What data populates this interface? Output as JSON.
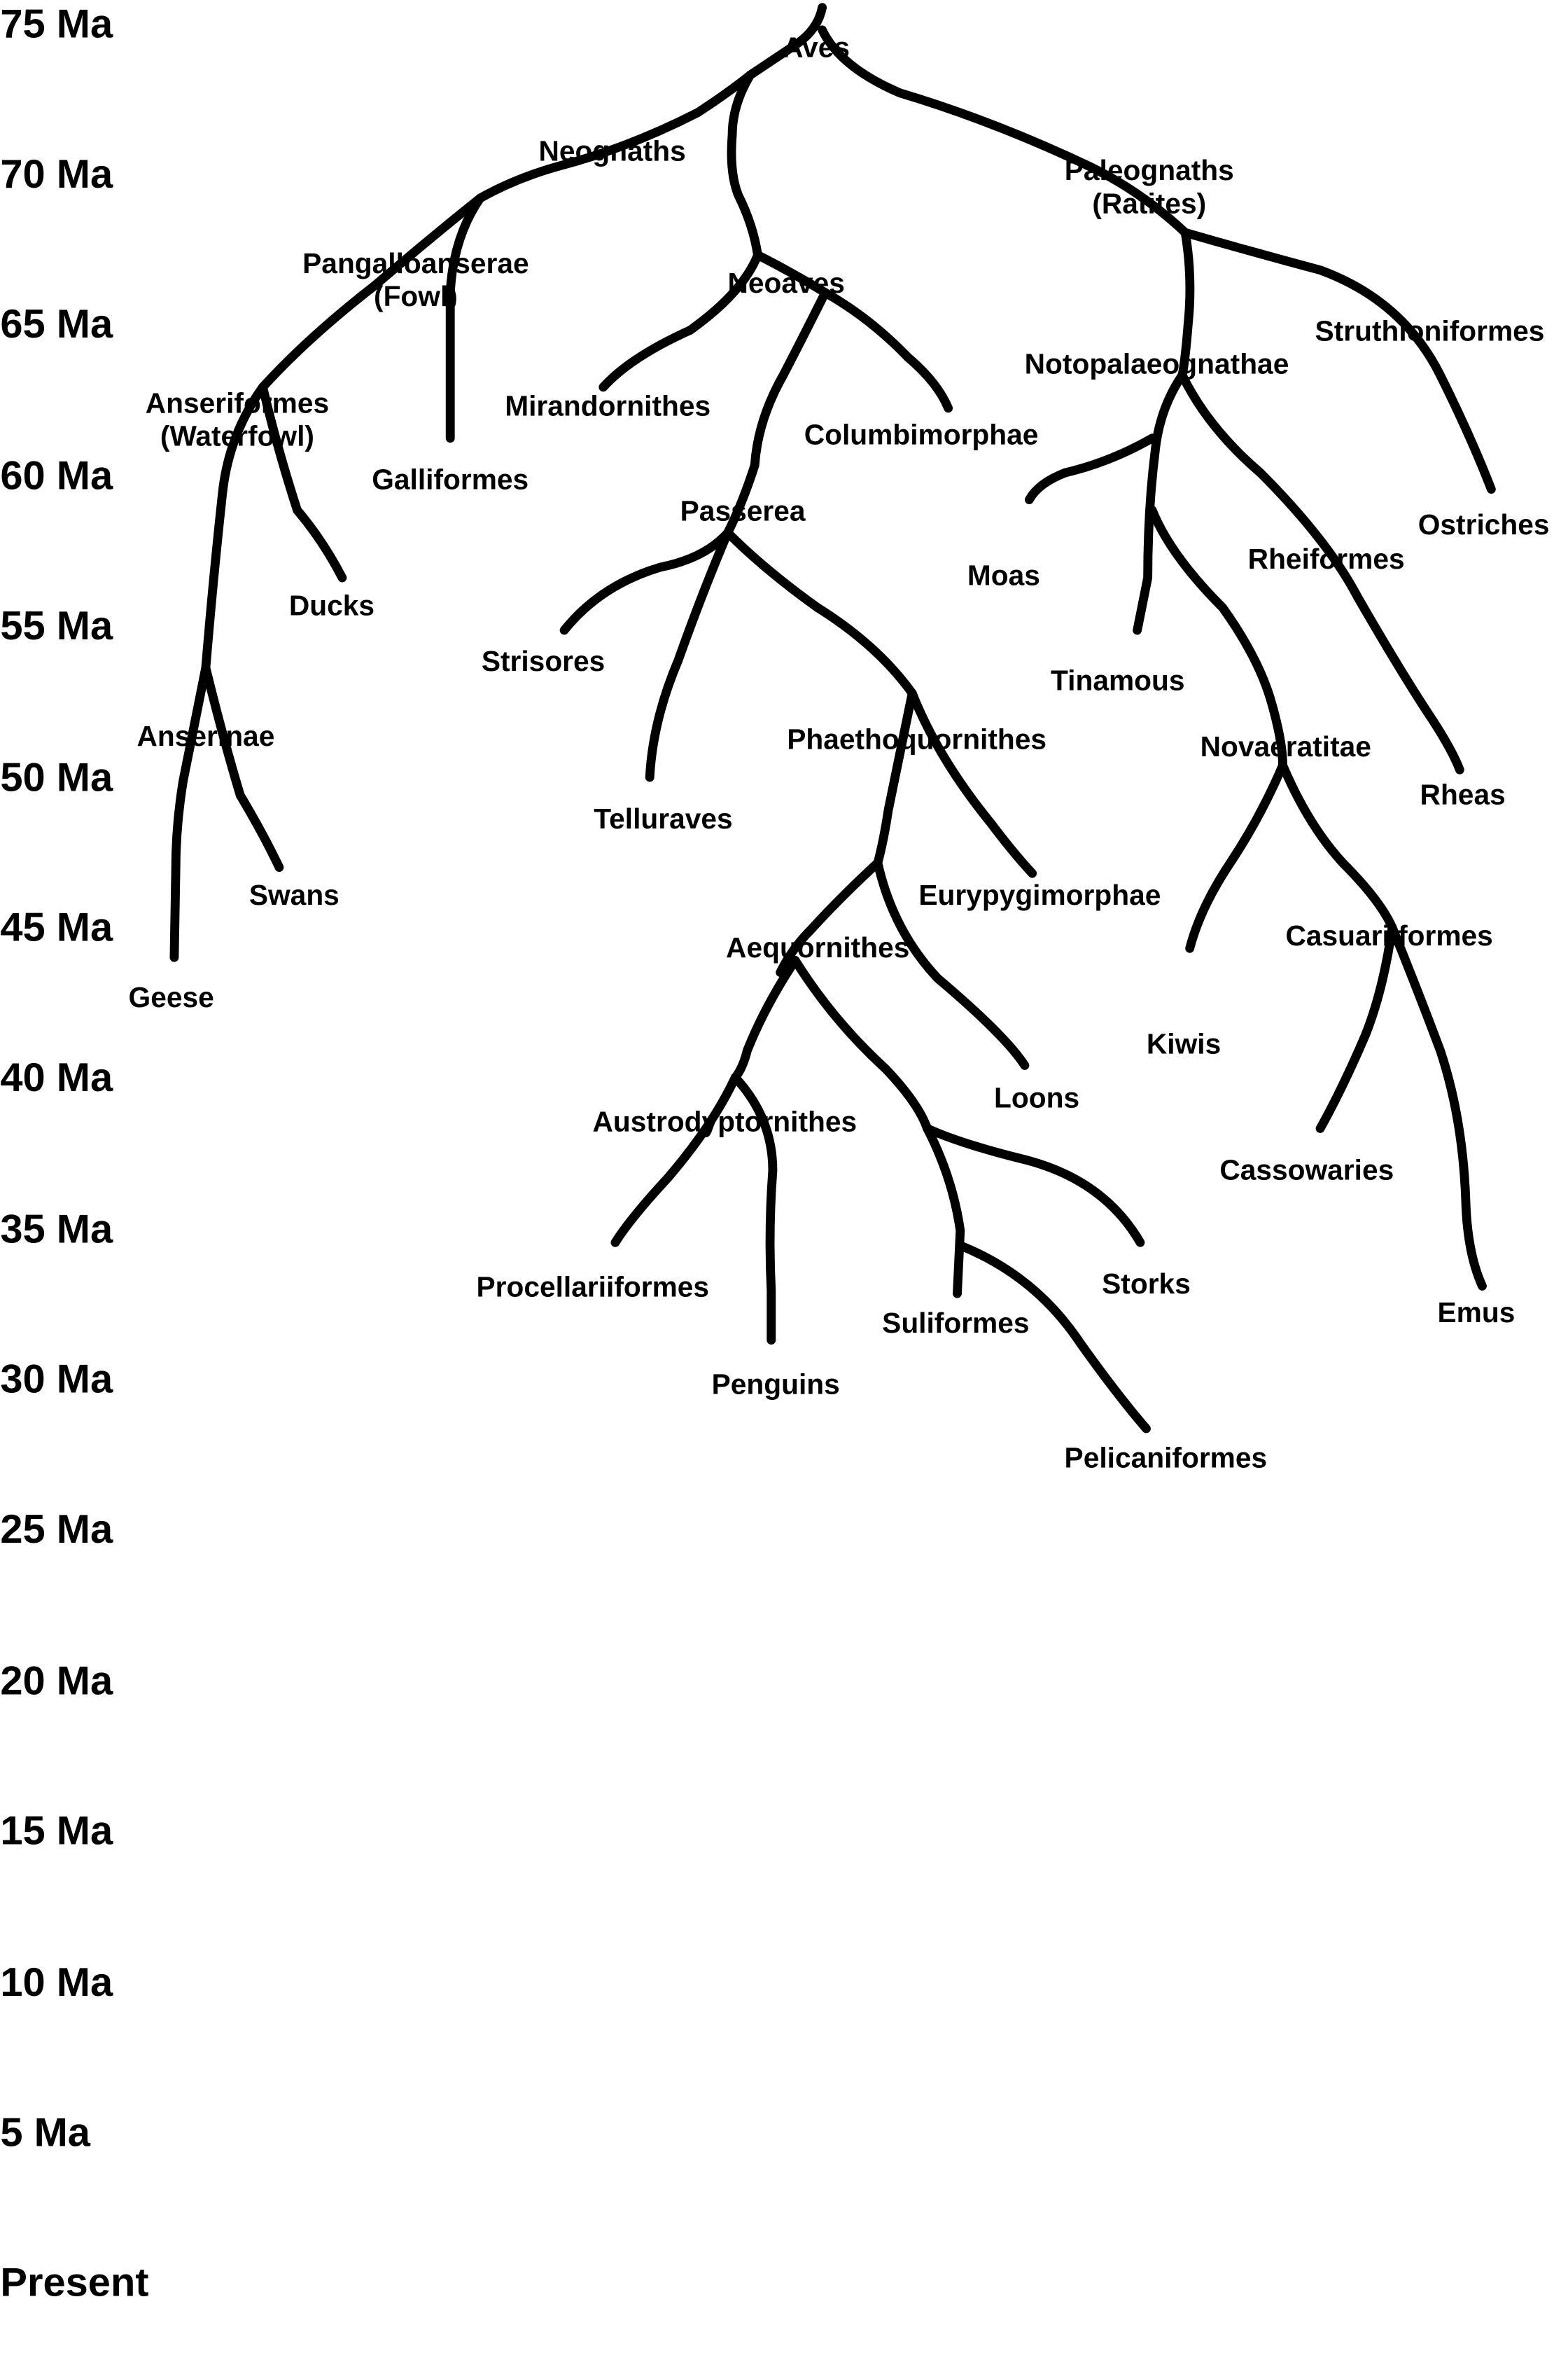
{
  "time_axis": [
    "75 Ma",
    "70 Ma",
    "65 Ma",
    "60 Ma",
    "55 Ma",
    "50 Ma",
    "45 Ma",
    "40 Ma",
    "35 Ma",
    "30 Ma",
    "25 Ma",
    "20 Ma",
    "15 Ma",
    "10 Ma",
    "5 Ma",
    "Present"
  ],
  "clades": {
    "aves": "Aves",
    "neognaths": "Neognaths",
    "paleognaths": [
      "Paleognaths",
      "(Ratites)"
    ],
    "pangalloanserae": [
      "Pangalloanserae",
      "(Fowl)"
    ],
    "neoaves": "Neoaves",
    "struthioniformes": "Struthioniformes",
    "notopalaeognathae": "Notopalaeognathae",
    "anseriformes": [
      "Anseriformes",
      "(Waterfowl)"
    ],
    "mirandornithes": "Mirandornithes",
    "columbimorphae": "Columbimorphae",
    "galliformes": "Galliformes",
    "ostriches": "Ostriches",
    "passerea": "Passerea",
    "moas": "Moas",
    "rheiformes": "Rheiformes",
    "ducks": "Ducks",
    "strisores": "Strisores",
    "tinamous": "Tinamous",
    "anserinae": "Anserinae",
    "phaethoquornithes": "Phaethoquornithes",
    "novaeratitae": "Novaeratitae",
    "rheas": "Rheas",
    "telluraves": "Telluraves",
    "swans": "Swans",
    "eurypygimorphae": "Eurypygimorphae",
    "casuariiformes": "Casuariiformes",
    "aequornithes": "Aequornithes",
    "geese": "Geese",
    "kiwis": "Kiwis",
    "loons": "Loons",
    "austrodyptornithes": "Austrodyptornithes",
    "cassowaries": "Cassowaries",
    "storks": "Storks",
    "procellariiformes": "Procellariiformes",
    "emus": "Emus",
    "suliformes": "Suliformes",
    "penguins": "Penguins",
    "pelicaniformes": "Pelicaniformes"
  }
}
